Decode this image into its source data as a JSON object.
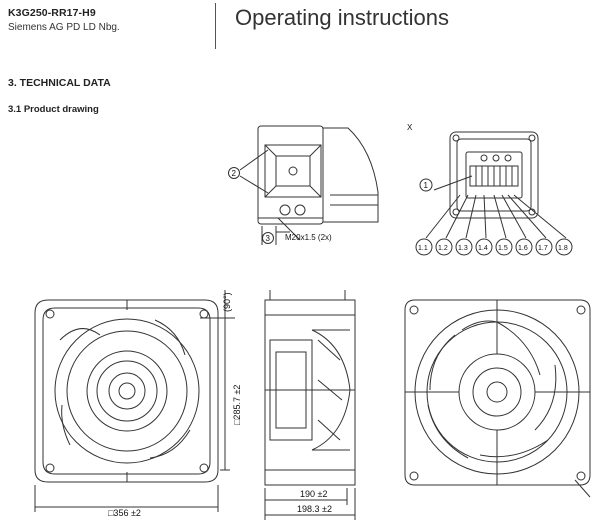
{
  "header": {
    "model": "K3G250-RR17-H9",
    "company": "Siemens AG PD LD Nbg.",
    "doc_title": "Operating instructions"
  },
  "section": {
    "heading": "3. TECHNICAL DATA",
    "subheading": "3.1 Product drawing"
  },
  "drawing": {
    "view_x_label": "X",
    "callout_2": "2",
    "callout_3": "3",
    "callout_1": "1",
    "gland_label": "M20x1.5 (2x)",
    "pins": [
      "1.1",
      "1.2",
      "1.3",
      "1.4",
      "1.5",
      "1.6",
      "1.7",
      "1.8"
    ],
    "angle_label": "(90°)",
    "dim_height": "□285.7 ±2",
    "dim_width": "□356 ±2",
    "dim_depth_1": "190 ±2",
    "dim_depth_2": "198.3 ±2"
  }
}
